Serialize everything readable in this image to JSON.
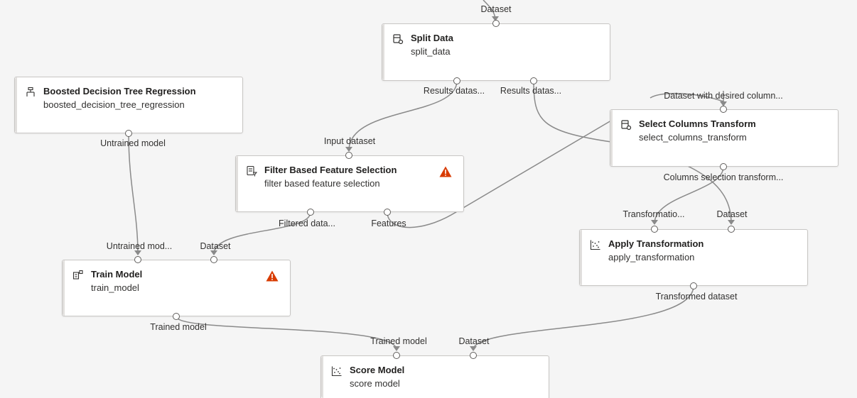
{
  "nodes": {
    "split_data": {
      "title": "Split Data",
      "subtitle": "split_data",
      "inputs": [
        "Dataset"
      ],
      "outputs": [
        "Results datas...",
        "Results datas..."
      ]
    },
    "boosted": {
      "title": "Boosted Decision Tree Regression",
      "subtitle": "boosted_decision_tree_regression",
      "outputs": [
        "Untrained model"
      ]
    },
    "select_columns": {
      "title": "Select Columns Transform",
      "subtitle": "select_columns_transform",
      "inputs": [
        "Dataset with desired column..."
      ],
      "outputs": [
        "Columns selection transform..."
      ]
    },
    "filter": {
      "title": "Filter Based Feature Selection",
      "subtitle": "filter based feature selection",
      "inputs": [
        "Input dataset"
      ],
      "outputs": [
        "Filtered data...",
        "Features"
      ],
      "has_warning": true
    },
    "apply": {
      "title": "Apply Transformation",
      "subtitle": "apply_transformation",
      "inputs": [
        "Transformatio...",
        "Dataset"
      ],
      "outputs": [
        "Transformed dataset"
      ]
    },
    "train": {
      "title": "Train Model",
      "subtitle": "train_model",
      "inputs": [
        "Untrained mod...",
        "Dataset"
      ],
      "outputs": [
        "Trained model"
      ],
      "has_warning": true
    },
    "score": {
      "title": "Score Model",
      "subtitle": "score model",
      "inputs": [
        "Trained model",
        "Dataset"
      ]
    }
  },
  "icons": {
    "dataset_module": "dataset-gear-icon",
    "tree_module": "tree-icon",
    "filter_module": "filter-list-icon",
    "train_module": "train-model-icon",
    "scatter_module": "scatter-plot-icon",
    "warning": "warning-icon"
  },
  "colors": {
    "warning": "#d83b01",
    "edge": "#8a8a8a",
    "port_border": "#605e5c"
  }
}
